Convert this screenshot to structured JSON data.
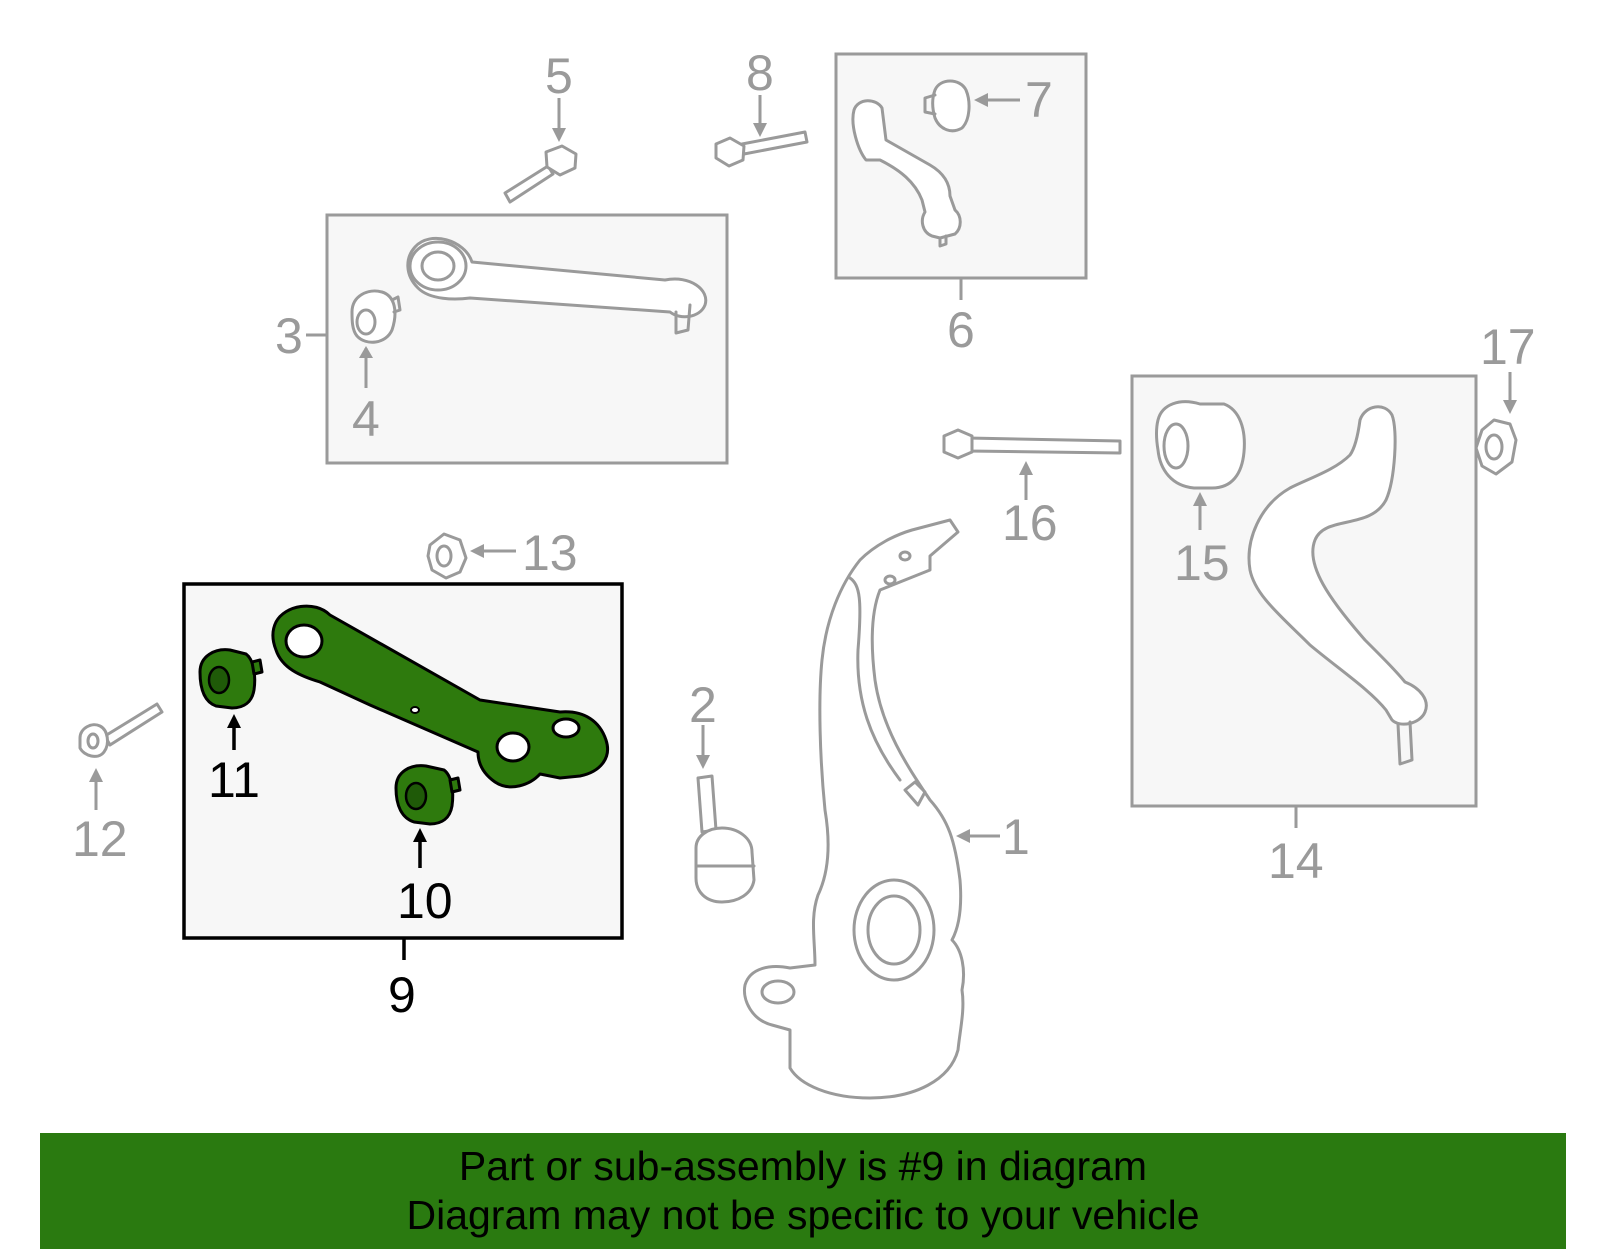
{
  "colors": {
    "highlight": "#2e7a0d",
    "banner": "#2a7a10",
    "dim": "#9a9a9a",
    "active": "#000000"
  },
  "callouts": {
    "c1": "1",
    "c2": "2",
    "c3": "3",
    "c4": "4",
    "c5": "5",
    "c6": "6",
    "c7": "7",
    "c8": "8",
    "c9": "9",
    "c10": "10",
    "c11": "11",
    "c12": "12",
    "c13": "13",
    "c14": "14",
    "c15": "15",
    "c16": "16",
    "c17": "17"
  },
  "banner": {
    "line1": "Part or sub-assembly is #9 in diagram",
    "line2": "Diagram may not be specific to your vehicle"
  }
}
